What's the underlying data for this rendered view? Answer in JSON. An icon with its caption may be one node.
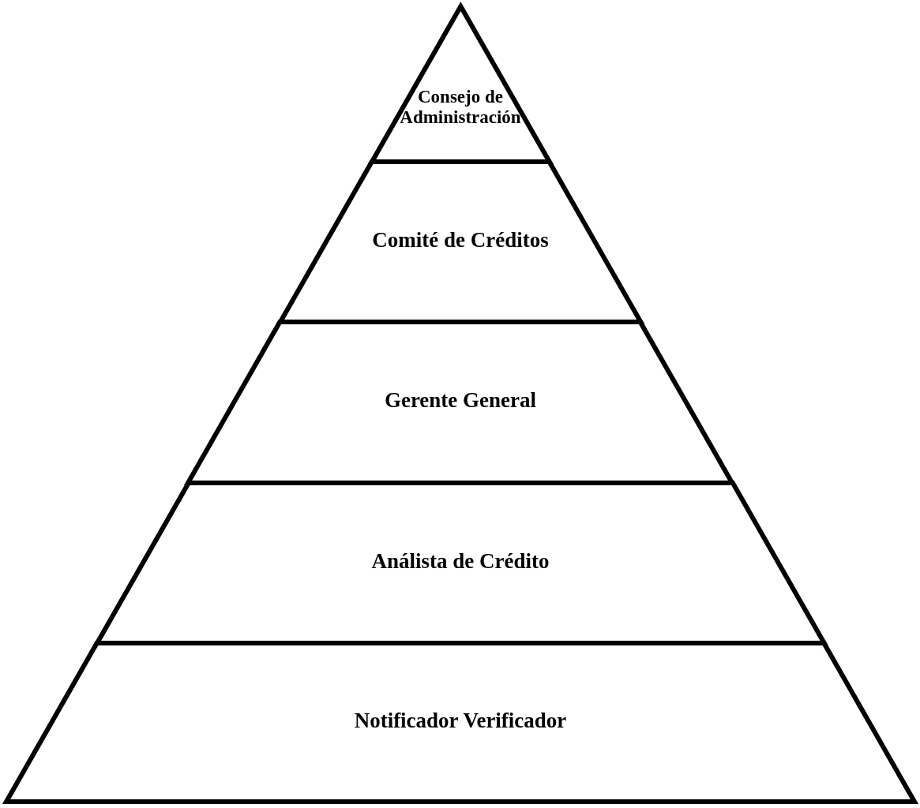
{
  "diagram": {
    "nodes": [
      {
        "text": [
          "Consejo de Administración"
        ]
      },
      {
        "text": [
          "Comité de Créditos"
        ]
      },
      {
        "text": [
          "Gerente General"
        ]
      },
      {
        "text": [
          "Análista de Crédito"
        ]
      },
      {
        "text": [
          "Notificador Verificador"
        ]
      }
    ]
  }
}
